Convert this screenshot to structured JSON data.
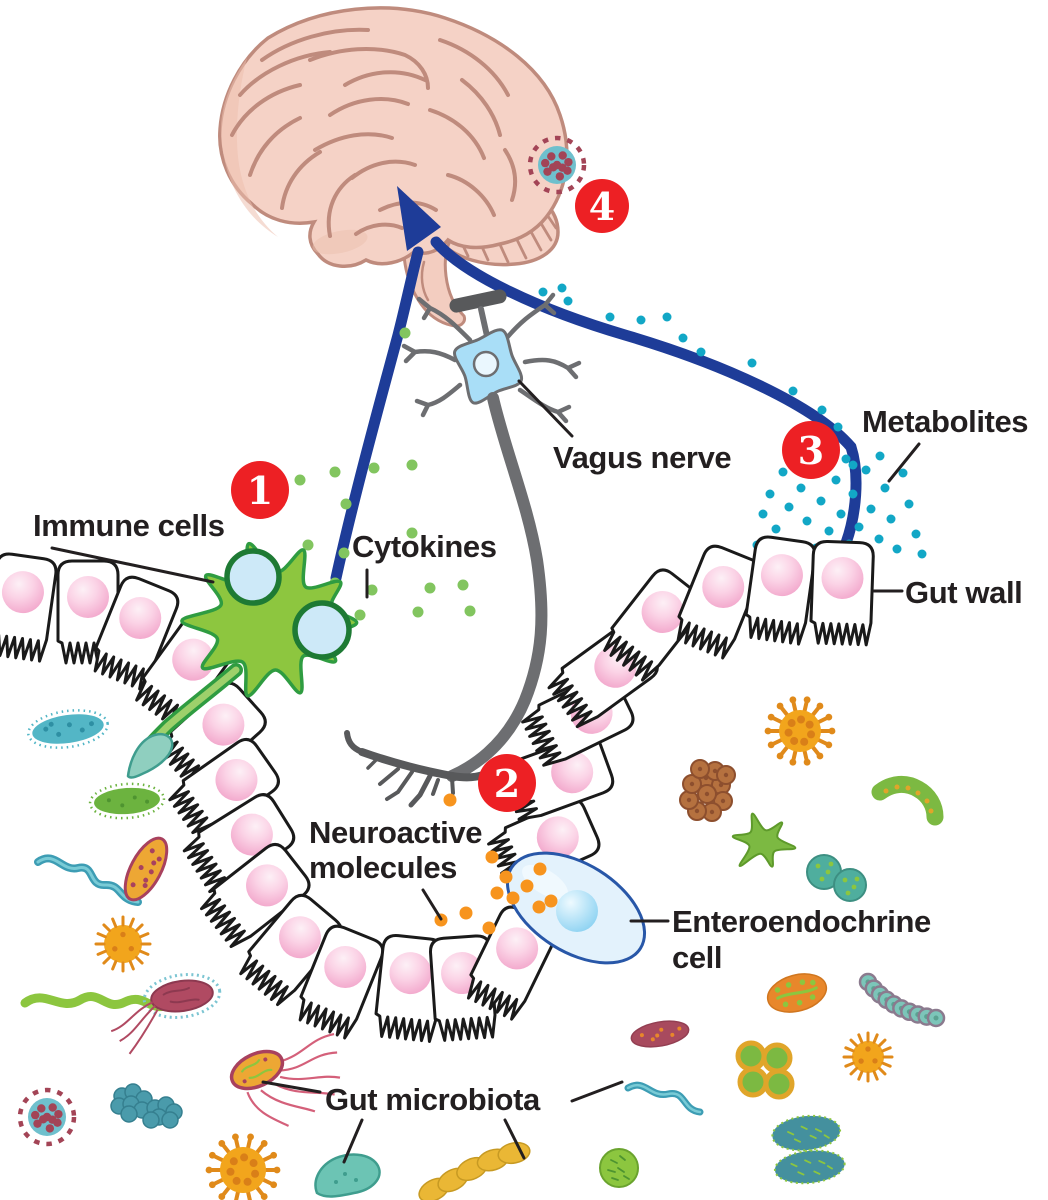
{
  "labels": {
    "immune_cells": "Immune cells",
    "cytokines": "Cytokines",
    "vagus_nerve": "Vagus nerve",
    "metabolites": "Metabolites",
    "gut_wall": "Gut wall",
    "neuroactive_line1": "Neuroactive",
    "neuroactive_line2": "molecules",
    "enteroendochrine_line1": "Enteroendochrine",
    "enteroendochrine_line2": "cell",
    "gut_microbiota": "Gut microbiota"
  },
  "steps": [
    {
      "number": "1"
    },
    {
      "number": "2"
    },
    {
      "number": "3"
    },
    {
      "number": "4"
    }
  ],
  "colors": {
    "ink": "#231f20",
    "step_red": "#ed2024",
    "arrow_blue": "#1e3c98",
    "nerve_gray": "#6d6e71",
    "cytokine_green": "#82c55f",
    "metabolite_teal": "#12a7c6",
    "neuroactive_orange": "#f7941e",
    "brain_pink": "#f5d2c6",
    "brain_outline": "#bf8b7d",
    "immune_green": "#8dc63f",
    "immune_outline": "#2f9c41",
    "neuron_blue": "#a9def7",
    "eec_outline": "#2857a8"
  },
  "icons": [
    "brain-icon",
    "cerebellum-icon",
    "brainstem-icon",
    "neuron-icon",
    "vagus-nerve-axon-icon",
    "nerve-ending-icon",
    "immune-cell-icon",
    "enteroendocrine-cell-icon",
    "gut-epithelial-cell-icon",
    "virus-icon",
    "bacterium-icon",
    "cytokine-dot-icon",
    "metabolite-dot-icon",
    "neuroactive-molecule-dot-icon",
    "step-marker-icon",
    "arrow-to-brain-icon"
  ]
}
